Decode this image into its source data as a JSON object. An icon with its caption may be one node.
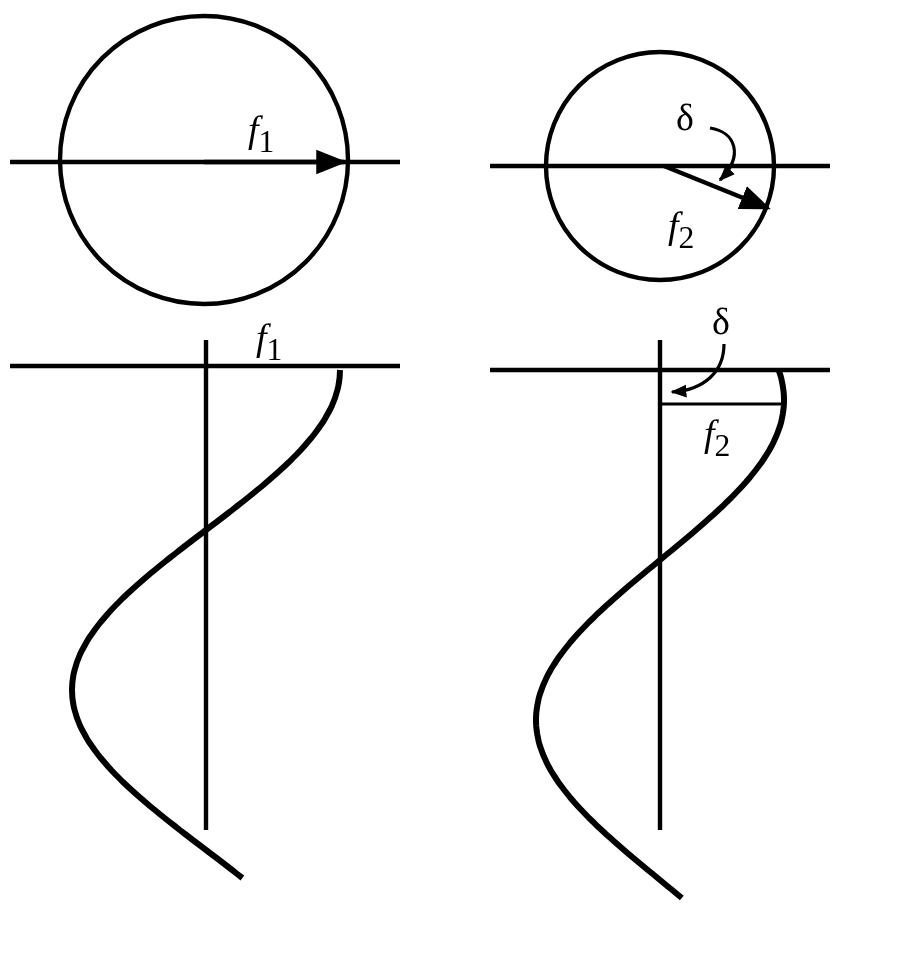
{
  "diagram": {
    "labels": [
      "*f*$_{1}$",
      "δ",
      "*f*$_{2}$",
      "*f*$_{1}$",
      "δ",
      "*f*$_{2}$"
    ]
  }
}
